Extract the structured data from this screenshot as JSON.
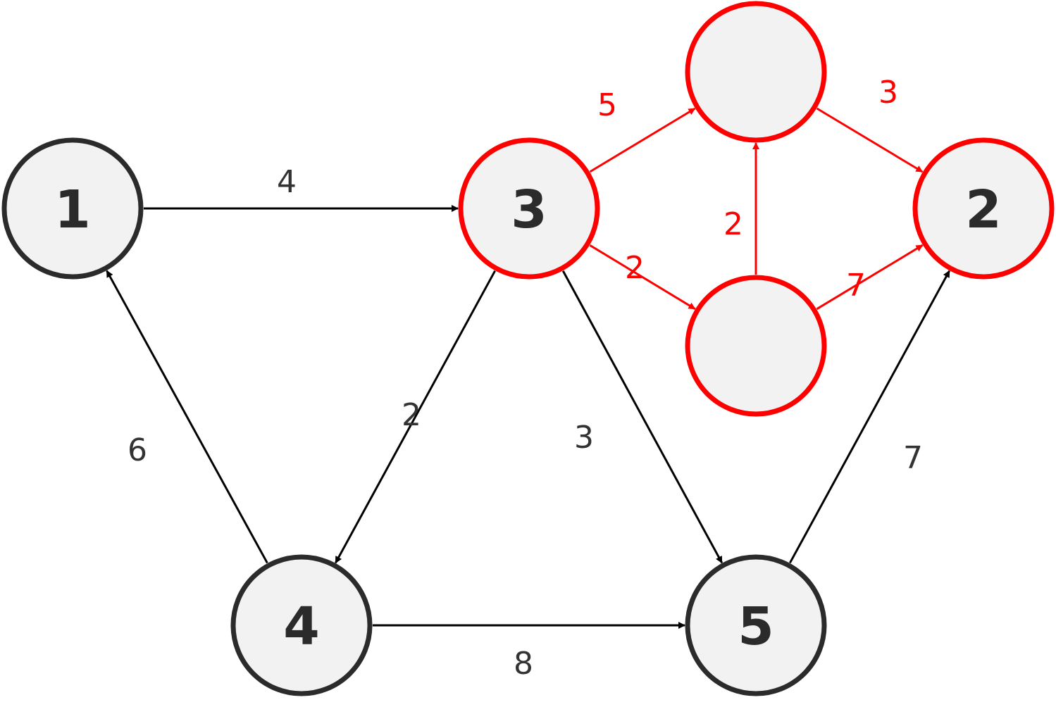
{
  "colors": {
    "default": "#2b2b2b",
    "edge_default": "#000000",
    "highlight": "#ff0000",
    "node_fill": "#f2f2f2",
    "label_default": "#333333"
  },
  "nodes": [
    {
      "id": "n1",
      "label": "1",
      "highlight": false
    },
    {
      "id": "n3",
      "label": "3",
      "highlight": true
    },
    {
      "id": "nTop",
      "label": "",
      "highlight": true
    },
    {
      "id": "nMid",
      "label": "",
      "highlight": true
    },
    {
      "id": "n2",
      "label": "2",
      "highlight": true
    },
    {
      "id": "n4",
      "label": "4",
      "highlight": false
    },
    {
      "id": "n5",
      "label": "5",
      "highlight": false
    }
  ],
  "edges": [
    {
      "id": "e1-3",
      "from": "n1",
      "to": "n3",
      "weight": "4",
      "highlight": false
    },
    {
      "id": "e3-top",
      "from": "n3",
      "to": "nTop",
      "weight": "5",
      "highlight": true
    },
    {
      "id": "etop-2",
      "from": "nTop",
      "to": "n2",
      "weight": "3",
      "highlight": true
    },
    {
      "id": "emid-top",
      "from": "nMid",
      "to": "nTop",
      "weight": "2",
      "highlight": true
    },
    {
      "id": "e3-mid",
      "from": "n3",
      "to": "nMid",
      "weight": "2",
      "highlight": true
    },
    {
      "id": "emid-2",
      "from": "nMid",
      "to": "n2",
      "weight": "7",
      "highlight": true
    },
    {
      "id": "e3-4",
      "from": "n3",
      "to": "n4",
      "weight": "2",
      "highlight": false
    },
    {
      "id": "e3-5",
      "from": "n3",
      "to": "n5",
      "weight": "3",
      "highlight": false
    },
    {
      "id": "e4-1",
      "from": "n4",
      "to": "n1",
      "weight": "6",
      "highlight": false
    },
    {
      "id": "e4-5",
      "from": "n4",
      "to": "n5",
      "weight": "8",
      "highlight": false
    },
    {
      "id": "e5-2",
      "from": "n5",
      "to": "n2",
      "weight": "7",
      "highlight": false
    }
  ]
}
